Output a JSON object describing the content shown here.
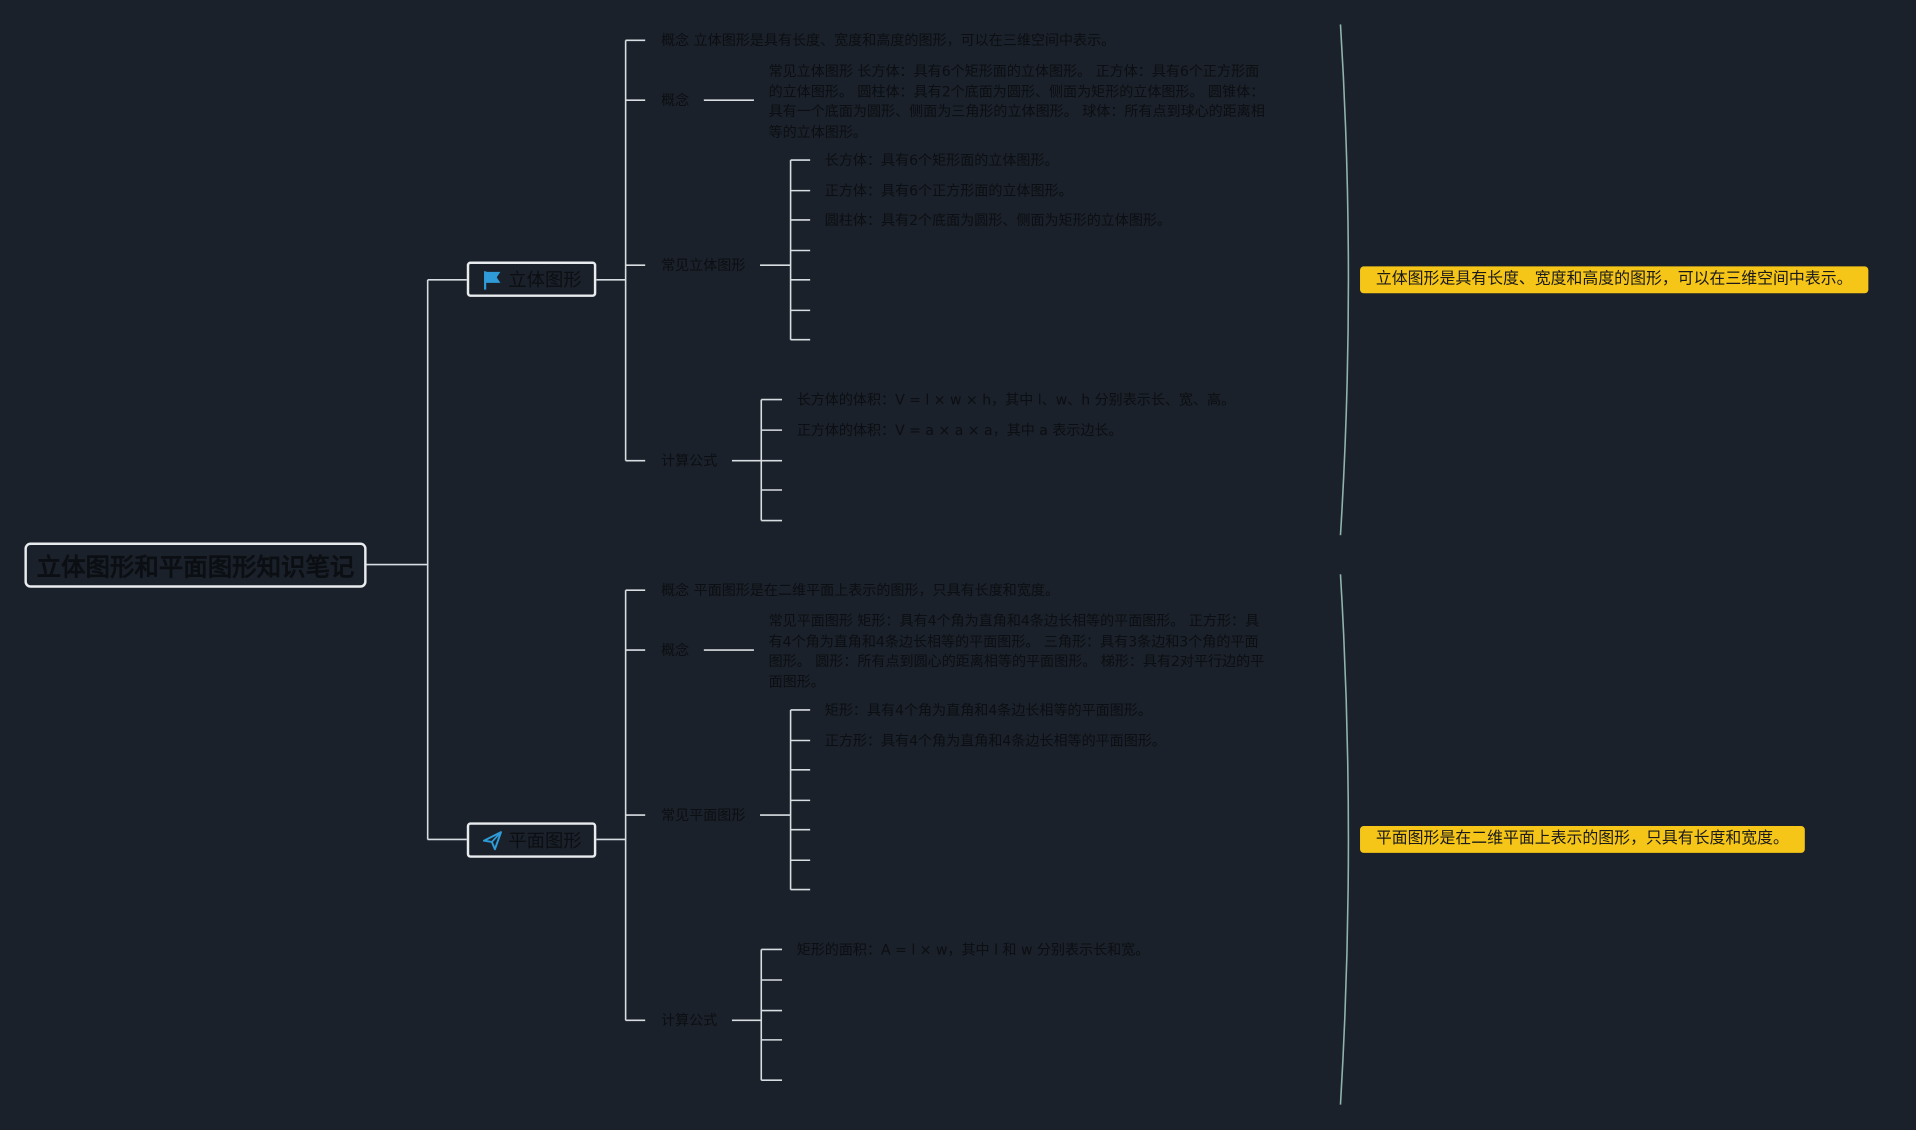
{
  "root": {
    "title": "立体图形和平面图形知识笔记"
  },
  "solid": {
    "label": "立体图形",
    "icon": "flag-icon",
    "concept_line": "概念 立体图形是具有长度、宽度和高度的图形，可以在三维空间中表示。",
    "concept_label": "概念",
    "concept_detail": "常见立体图形 长方体：具有6个矩形面的立体图形。 正方体：具有6个正方形面的立体图形。 圆柱体：具有2个底面为圆形、侧面为矩形的立体图形。 圆锥体：具有一个底面为圆形、侧面为三角形的立体图形。 球体：所有点到球心的距离相等的立体图形。",
    "common_label": "常见立体图形",
    "common_items": [
      "长方体：具有6个矩形面的立体图形。",
      "正方体：具有6个正方形面的立体图形。",
      "圆柱体：具有2个底面为圆形、侧面为矩形的立体图形。"
    ],
    "formula_label": "计算公式",
    "formula_items": [
      "长方体的体积：V = l × w × h，其中 l、w、h 分别表示长、宽、高。",
      "正方体的体积：V = a × a × a，其中 a 表示边长。"
    ],
    "summary": "立体图形是具有长度、宽度和高度的图形，可以在三维空间中表示。"
  },
  "plane": {
    "label": "平面图形",
    "icon": "paper-plane-icon",
    "concept_line": "概念 平面图形是在二维平面上表示的图形，只具有长度和宽度。",
    "concept_label": "概念",
    "concept_detail": "常见平面图形 矩形：具有4个角为直角和4条边长相等的平面图形。 正方形：具有4个角为直角和4条边长相等的平面图形。 三角形：具有3条边和3个角的平面图形。 圆形：所有点到圆心的距离相等的平面图形。 梯形：具有2对平行边的平面图形。",
    "common_label": "常见平面图形",
    "common_items": [
      "矩形：具有4个角为直角和4条边长相等的平面图形。",
      "正方形：具有4个角为直角和4条边长相等的平面图形。"
    ],
    "formula_label": "计算公式",
    "formula_items": [
      "矩形的面积：A = l × w，其中 l 和 w 分别表示长和宽。"
    ],
    "summary": "平面图形是在二维平面上表示的图形，只具有长度和宽度。"
  },
  "colors": {
    "background": "#1b212a",
    "connector": "#d8dde2",
    "bracket": "#8fb3ad",
    "summary_fill": "#f5c518",
    "icon_accent": "#2f9bd8"
  }
}
